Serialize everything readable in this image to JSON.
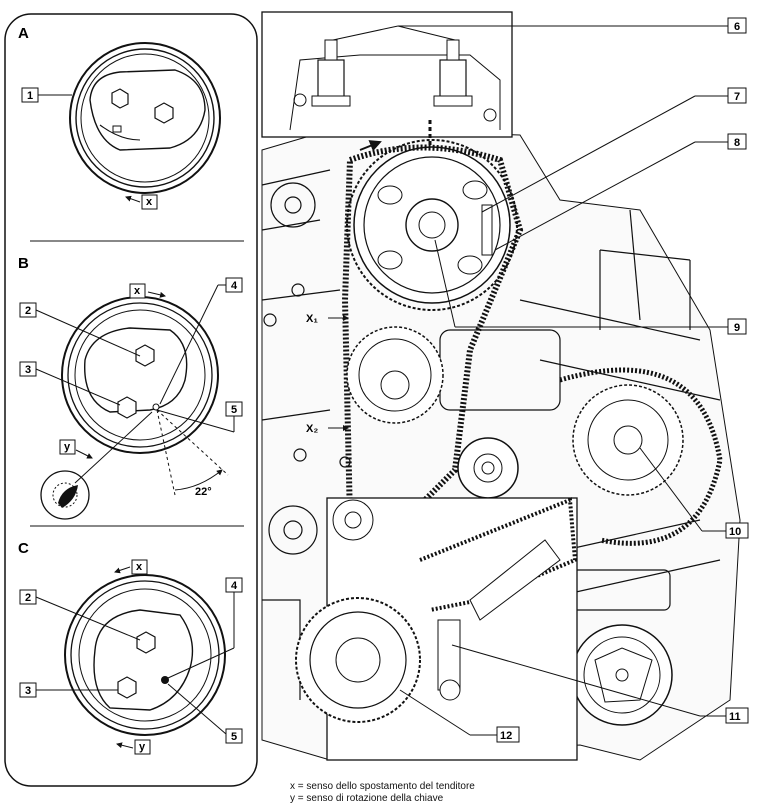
{
  "panels": {
    "A": {
      "label": "A",
      "callouts": {
        "c1": "1",
        "x": "x"
      }
    },
    "B": {
      "label": "B",
      "callouts": {
        "x": "x",
        "c2": "2",
        "c3": "3",
        "c4": "4",
        "c5": "5",
        "y": "y"
      },
      "angle": "22°"
    },
    "C": {
      "label": "C",
      "callouts": {
        "x": "x",
        "c2": "2",
        "c3": "3",
        "c4": "4",
        "c5": "5",
        "y": "y"
      }
    }
  },
  "main": {
    "callouts": {
      "c6": "6",
      "c7": "7",
      "c8": "8",
      "c9": "9",
      "c10": "10",
      "c11": "11",
      "c12": "12"
    },
    "marks": {
      "x1": "X₁",
      "x2": "X₂"
    }
  },
  "notes": {
    "x_line": "x = senso dello spostamento del tenditore",
    "y_line": "y = senso di rotazione della chiave"
  }
}
